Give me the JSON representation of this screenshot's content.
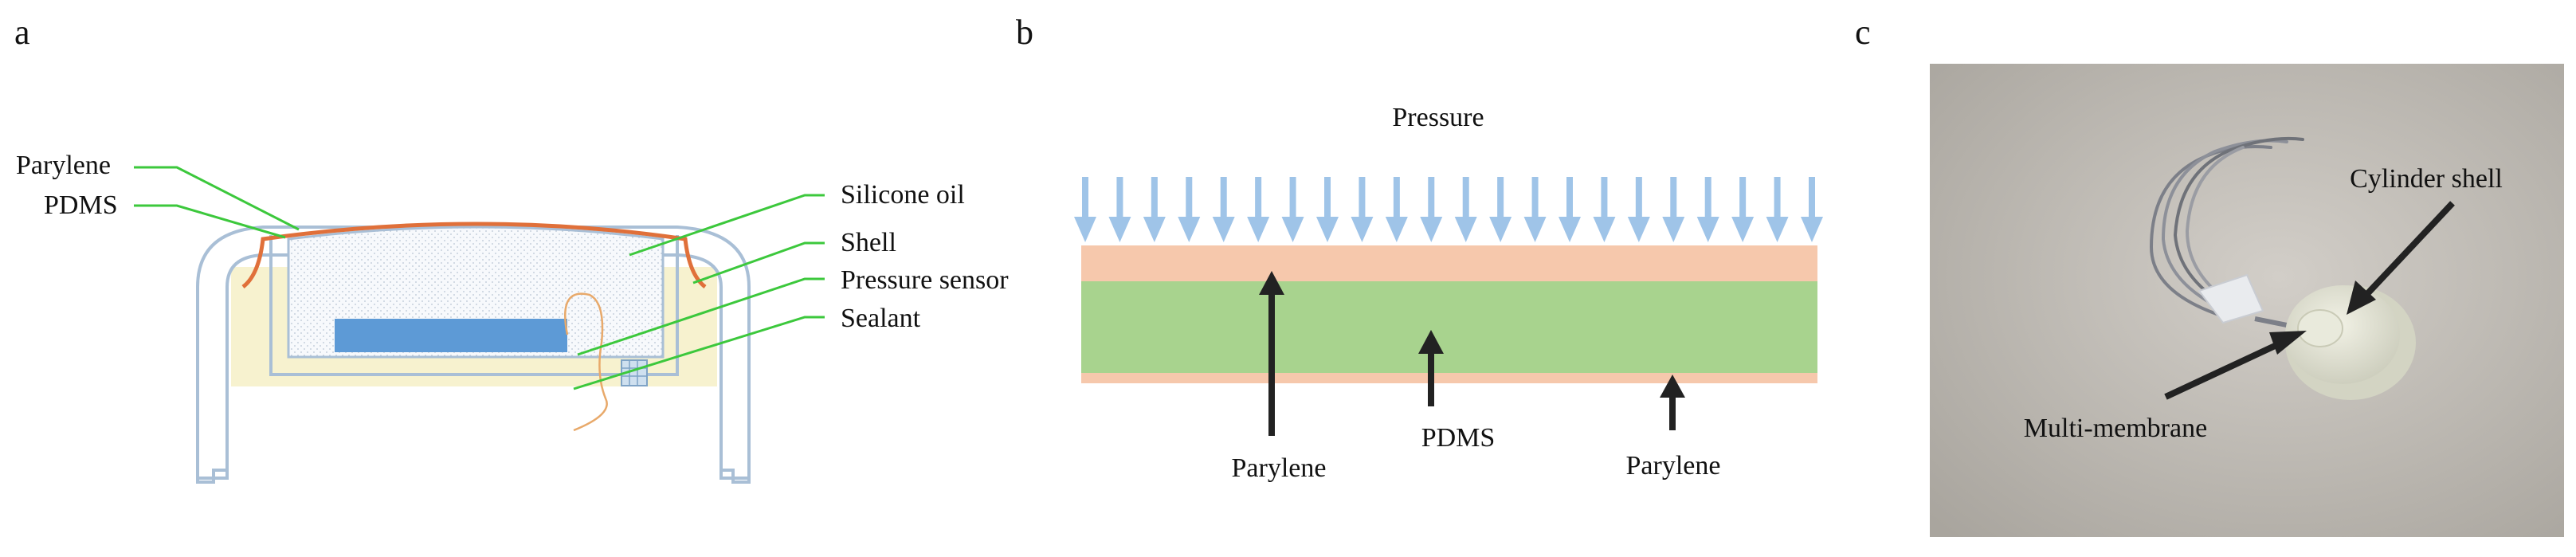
{
  "panels": {
    "a": {
      "letter": "a",
      "labels": {
        "parylene": "Parylene",
        "pdms": "PDMS",
        "silicone_oil": "Silicone oil",
        "shell": "Shell",
        "pressure_sensor": "Pressure sensor",
        "sealant": "Sealant"
      }
    },
    "b": {
      "letter": "b",
      "labels": {
        "pressure": "Pressure",
        "parylene_top": "Parylene",
        "pdms": "PDMS",
        "parylene_bottom": "Parylene"
      }
    },
    "c": {
      "letter": "c",
      "labels": {
        "cylinder_shell": "Cylinder shell",
        "multi_membrane": "Multi-membrane"
      }
    }
  },
  "colors": {
    "parylene": "#f6c8ac",
    "pdms": "#a8d38e",
    "arrow_blue": "#9fc4e8",
    "leader_green": "#3cc83c",
    "sensor_blue": "#5d9ad6",
    "shell_outline": "#a9bfd6",
    "sealant_fill": "#f7f2cf",
    "orange_membrane": "#e0703a",
    "photo_bg": "#bfbbb4"
  }
}
